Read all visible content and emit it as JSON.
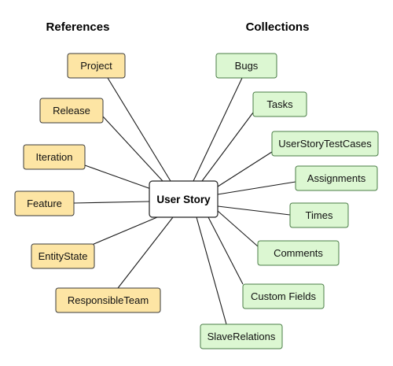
{
  "headings": {
    "references": "References",
    "collections": "Collections"
  },
  "center": {
    "label": "User Story"
  },
  "references": [
    {
      "key": "project",
      "label": "Project"
    },
    {
      "key": "release",
      "label": "Release"
    },
    {
      "key": "iteration",
      "label": "Iteration"
    },
    {
      "key": "feature",
      "label": "Feature"
    },
    {
      "key": "entity-state",
      "label": "EntityState"
    },
    {
      "key": "responsible-team",
      "label": "ResponsibleTeam"
    }
  ],
  "collections": [
    {
      "key": "bugs",
      "label": "Bugs"
    },
    {
      "key": "tasks",
      "label": "Tasks"
    },
    {
      "key": "user-story-test-cases",
      "label": "UserStoryTestCases"
    },
    {
      "key": "assignments",
      "label": "Assignments"
    },
    {
      "key": "times",
      "label": "Times"
    },
    {
      "key": "comments",
      "label": "Comments"
    },
    {
      "key": "custom-fields",
      "label": "Custom Fields"
    },
    {
      "key": "slave-relations",
      "label": "SlaveRelations"
    }
  ],
  "colors": {
    "reference_fill": "#fde5a4",
    "collection_fill": "#dcf7d2",
    "center_fill": "#ffffff"
  }
}
